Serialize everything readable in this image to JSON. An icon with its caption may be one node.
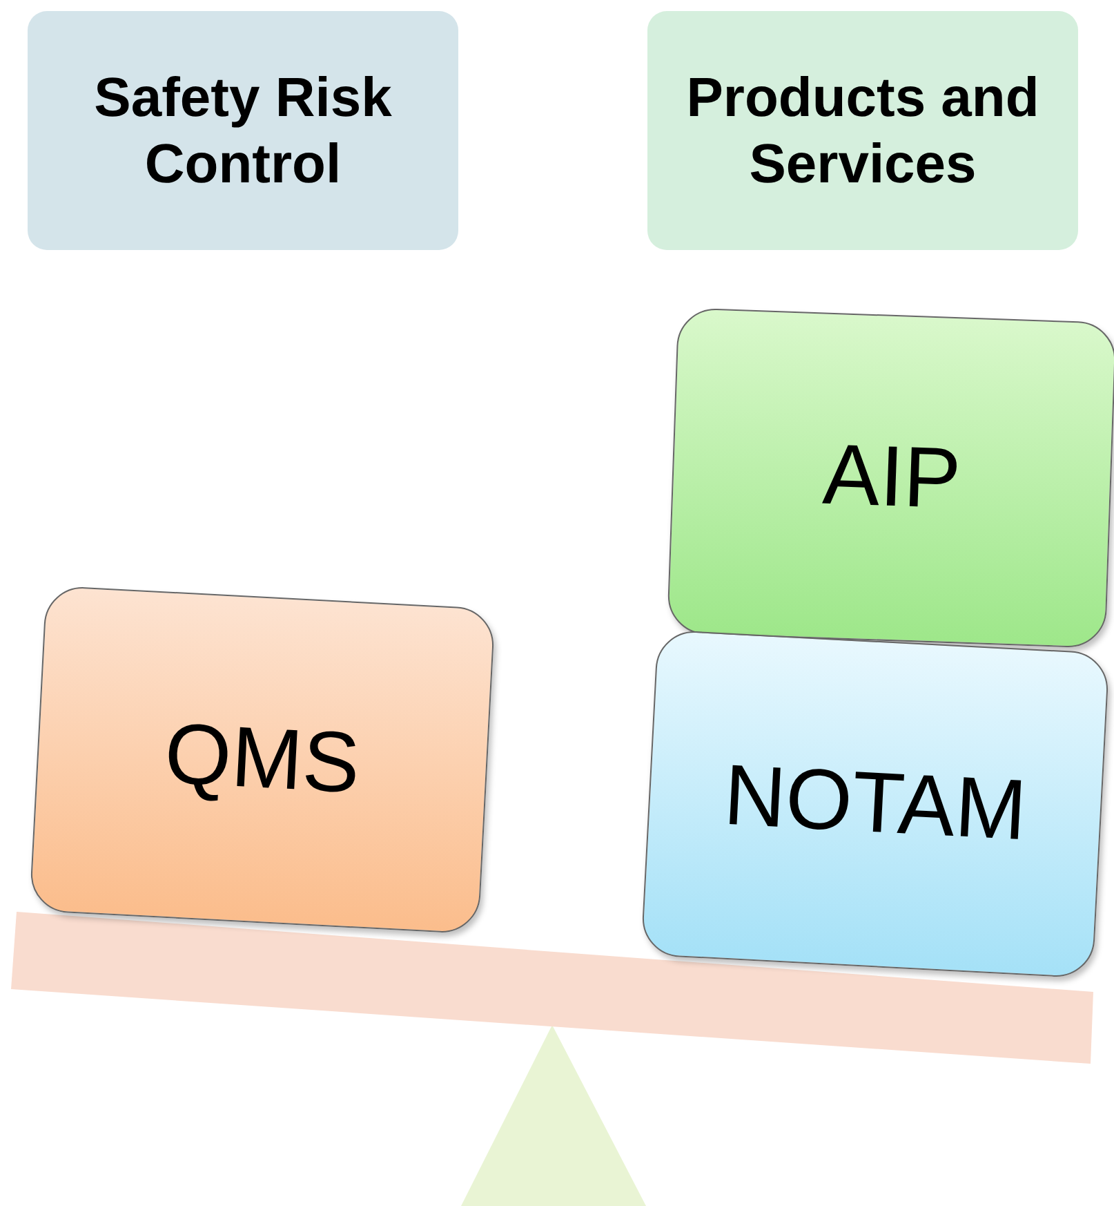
{
  "diagram": {
    "nodes": [
      {
        "text": [
          "Safety Risk Control"
        ]
      },
      {
        "text": [
          "Products and Services"
        ]
      },
      {
        "text": [
          "AIP"
        ]
      },
      {
        "text": [
          "QMS"
        ]
      },
      {
        "text": [
          "NOTAM"
        ]
      }
    ]
  }
}
